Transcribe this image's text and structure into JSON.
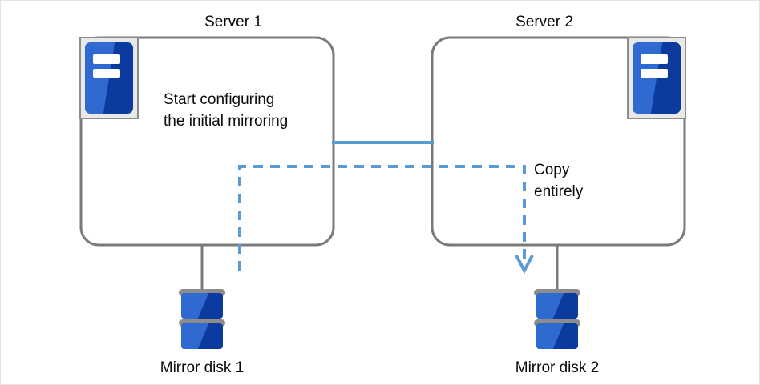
{
  "diagram": {
    "title_left": "Server 1",
    "title_right": "Server 2",
    "server1": {
      "label": "Server 1",
      "icon": "server-chassis-icon",
      "body_text_line1": "Start configuring",
      "body_text_line2": "the initial mirroring"
    },
    "server2": {
      "label": "Server 2",
      "icon": "server-chassis-icon"
    },
    "disk1": {
      "label": "Mirror disk 1",
      "icon": "disk-stack-icon"
    },
    "disk2": {
      "label": "Mirror disk 2",
      "icon": "disk-stack-icon"
    },
    "annotations": {
      "copy_line1": "Copy",
      "copy_line2": "entirely"
    },
    "connections": {
      "interconnect": "solid-blue-link",
      "mirror_copy": "dashed-blue-arrow"
    },
    "colors": {
      "outline_gray": "#7a7a7a",
      "accent_blue": "#5b9bd5",
      "icon_blue_light": "#2f6ad0",
      "icon_blue_dark": "#0b3b9e",
      "icon_frame_fill": "#e8e8e8",
      "icon_frame_border": "#8c8c8c",
      "text": "#0a0a0a",
      "page_border": "#e3e3e3"
    }
  }
}
